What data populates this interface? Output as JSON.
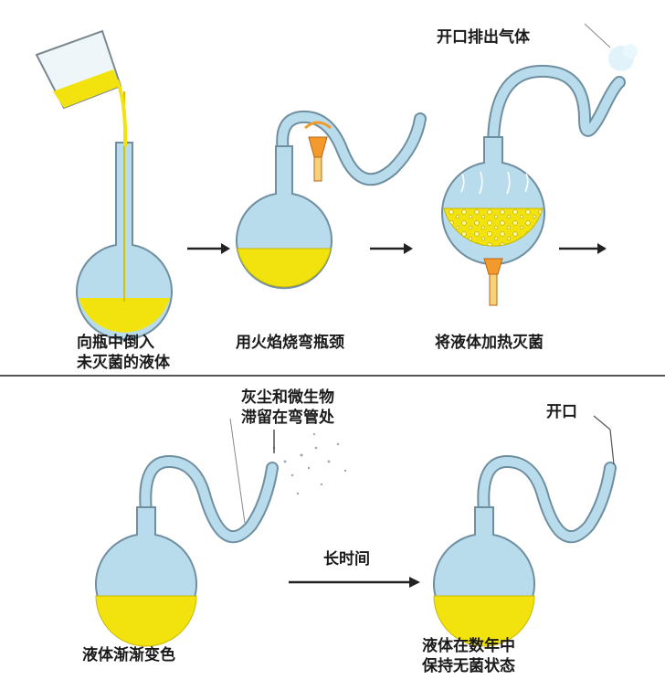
{
  "labels": {
    "step1_line1": "向瓶中倒入",
    "step1_line2": "未灭菌的液体",
    "step2": "用火焰烧弯瓶颈",
    "step3": "将液体加热灭菌",
    "exhaust": "开口排出气体",
    "dust_line1": "灰尘和微生物",
    "dust_line2": "滞留在弯管处",
    "result_left": "液体渐渐变色",
    "arrow_time": "长时间",
    "opening": "开口",
    "result_right_line1": "液体在数年中",
    "result_right_line2": "保持无菌状态"
  },
  "colors": {
    "glass": "#b9dcec",
    "glass_outline": "#6f8fa0",
    "liquid": "#f2e30f",
    "liquid_outline": "#c9b800",
    "flame": "#f39a2c",
    "divider": "#555555"
  }
}
